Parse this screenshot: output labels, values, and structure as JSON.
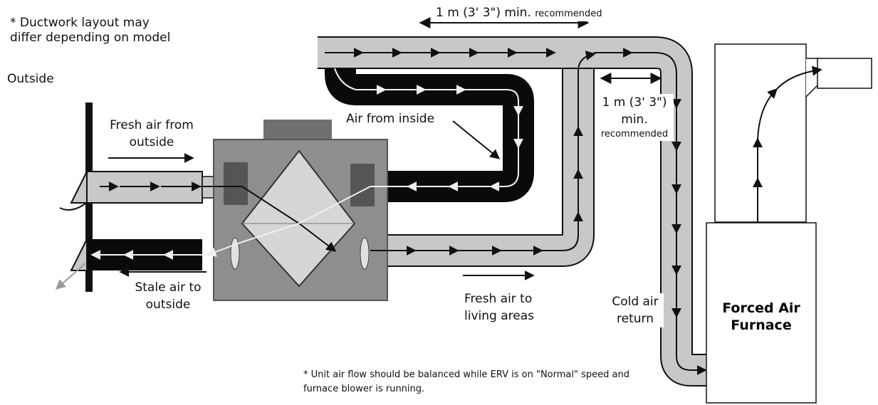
{
  "notes": {
    "ductwork_line1": "* Ductwork layout may",
    "ductwork_line2": "differ depending on model",
    "balance_line1": "* Unit air flow should be balanced while ERV is on \"Normal\" speed and",
    "balance_line2": "furnace blower is running."
  },
  "labels": {
    "outside": "Outside",
    "fresh_air_from_line1": "Fresh air from",
    "fresh_air_from_line2": "outside",
    "stale_air_line1": "Stale air to",
    "stale_air_line2": "outside",
    "air_from_inside": "Air from inside",
    "fresh_air_to_line1": "Fresh air to",
    "fresh_air_to_line2": "living areas",
    "cold_air_line1": "Cold air",
    "cold_air_line2": "return",
    "furnace_line1": "Forced Air",
    "furnace_line2": "Furnace"
  },
  "dimensions": {
    "top_main": "1 m (3' 3\") min.",
    "top_rec": "recommended",
    "side_main": "1 m (3' 3\")",
    "side_min": "min.",
    "side_rec": "recommended"
  },
  "colors": {
    "duct_fresh": "#c8c8c8",
    "duct_stale": "#0a0a0a",
    "unit_body": "#8e8e8e",
    "core": "#d6d6d6"
  }
}
